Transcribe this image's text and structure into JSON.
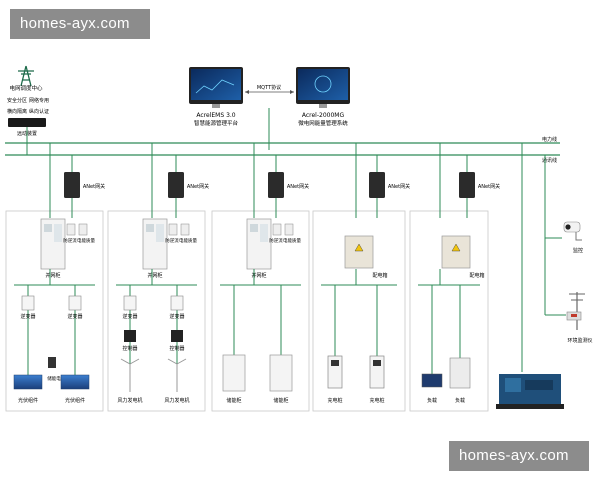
{
  "watermark": {
    "top": "homes-ayx.com",
    "bottom": "homes-ayx.com"
  },
  "dispatch": {
    "title": "电网调度中心",
    "tags": [
      "安全分区",
      "网络专用",
      "横向隔离",
      "纵向认证"
    ],
    "gateway": "远动装置"
  },
  "platforms": {
    "ems": {
      "line1": "AcrelEMS 3.0",
      "line2": "智慧能源管理平台"
    },
    "mg": {
      "line1": "Acrel-2000MG",
      "line2": "微电网能量管理系统"
    },
    "protocol": "MQTT协议"
  },
  "buses": {
    "power": "电力线",
    "comm": "通讯线"
  },
  "gateway_label": "ANet网关",
  "panels": [
    {
      "cabinet": "并网柜",
      "meters": [
        "防逆流",
        "电能质量"
      ],
      "converters": [
        "逆变器",
        "逆变器"
      ],
      "devices": [
        "光伏组件",
        "光伏组件"
      ],
      "extra": "储能电"
    },
    {
      "cabinet": "并网柜",
      "meters": [
        "防逆流",
        "电能质量"
      ],
      "converters": [
        "逆变器",
        "逆变器"
      ],
      "controllers": [
        "控制器",
        "控制器"
      ],
      "devices": [
        "风力发电机",
        "风力发电机"
      ]
    },
    {
      "cabinet": "并网柜",
      "meters": [
        "防逆流",
        "电能质量"
      ],
      "devices": [
        "储能柜",
        "储能柜"
      ]
    },
    {
      "cabinet": "配电箱",
      "devices": [
        "充电桩",
        "充电桩"
      ]
    },
    {
      "cabinet": "配电箱",
      "devices": [
        "负载",
        "负载"
      ]
    }
  ],
  "side": {
    "camera": "监控",
    "env": "环境监测仪"
  },
  "colors": {
    "line": "#2e8b57",
    "frame": "#c8c8c8"
  }
}
